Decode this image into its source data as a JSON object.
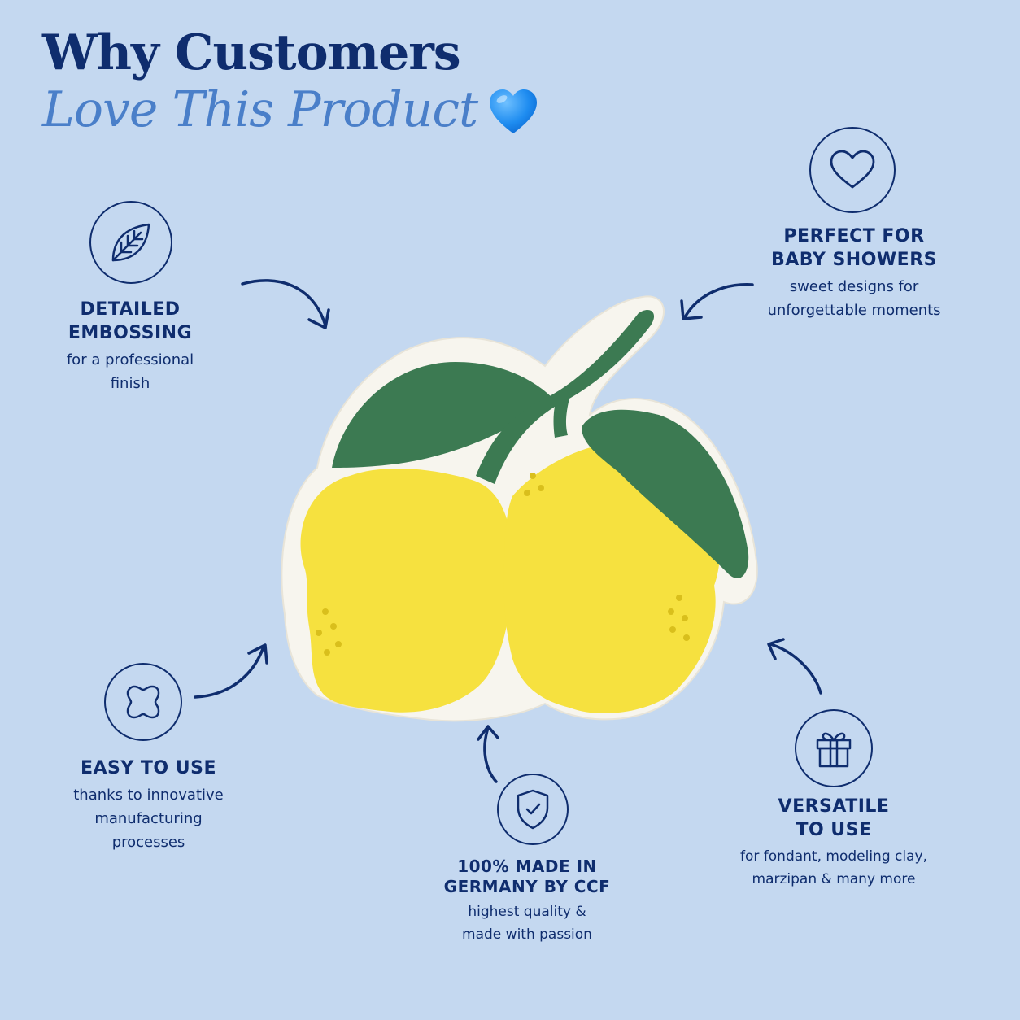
{
  "header": {
    "title_line1": "Why Customers",
    "title_line2": "Love This Product",
    "heart_icon": "blue-heart-emoji",
    "colors": {
      "navy": "#0f2d6e",
      "accent_blue": "#4a7fc9",
      "background": "#c4d8f0"
    }
  },
  "product": {
    "image": "lemon-pair-embosser-stamp",
    "colors": {
      "lemon": "#f6e13f",
      "leaf": "#3c7a52",
      "base": "#f7f5ee"
    }
  },
  "features": {
    "embossing": {
      "icon": "leaf-icon",
      "title_lines": [
        "DETAILED",
        "EMBOSSING"
      ],
      "desc_lines": [
        "for a professional",
        "finish"
      ]
    },
    "baby_showers": {
      "icon": "heart-icon",
      "title_lines": [
        "PERFECT FOR",
        "BABY SHOWERS"
      ],
      "desc_lines": [
        "sweet designs for",
        "unforgettable moments"
      ]
    },
    "easy": {
      "icon": "clover-shape-icon",
      "title_lines": [
        "EASY TO USE"
      ],
      "desc_lines": [
        "thanks to innovative",
        "manufacturing",
        "processes"
      ]
    },
    "germany": {
      "icon": "shield-check-icon",
      "title_lines": [
        "100% MADE IN",
        "GERMANY BY CCF"
      ],
      "desc_lines": [
        "highest quality &",
        "made with passion"
      ]
    },
    "versatile": {
      "icon": "gift-icon",
      "title_lines": [
        "VERSATILE",
        "TO USE"
      ],
      "desc_lines": [
        "for fondant, modeling clay,",
        "marzipan & many more"
      ]
    }
  }
}
